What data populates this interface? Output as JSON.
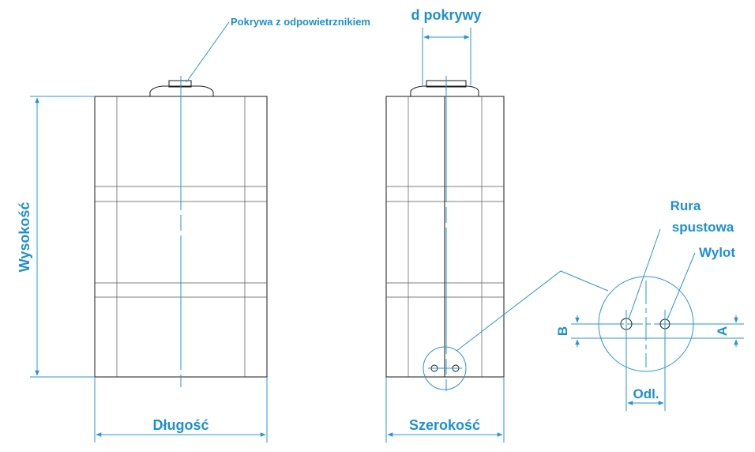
{
  "colors": {
    "dimension": "#1f8fd0",
    "outline": "#1a1a1a"
  },
  "labels": {
    "lid": "Pokrywa z odpowietrznikiem",
    "lid_diameter": "d pokrywy",
    "height": "Wysokość",
    "length": "Długość",
    "width": "Szerokość",
    "drain_pipe_line1": "Rura",
    "drain_pipe_line2": "spustowa",
    "outlet": "Wylot",
    "dim_a": "A",
    "dim_b": "B",
    "spacing": "Odl."
  }
}
